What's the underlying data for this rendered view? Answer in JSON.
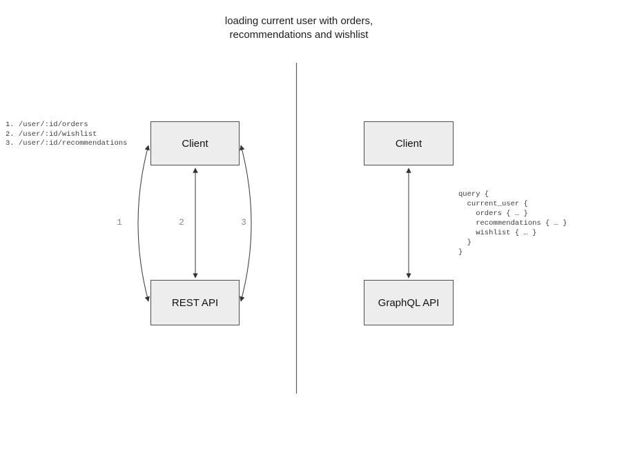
{
  "title": "loading current user with orders,\nrecommendations and wishlist",
  "rest_panel": {
    "endpoints": [
      "1. /user/:id/orders",
      "2. /user/:id/wishlist",
      "3. /user/:id/recommendations"
    ],
    "client_label": "Client",
    "api_label": "REST API",
    "arrow_labels": [
      "1",
      "2",
      "3"
    ]
  },
  "graphql_panel": {
    "client_label": "Client",
    "api_label": "GraphQL API",
    "query": "query {\n  current_user {\n    orders { … }\n    recommendations { … }\n    wishlist { … }\n  }\n}"
  },
  "colors": {
    "box_fill": "#ededed",
    "box_border": "#4d4d4d",
    "arrow": "#333333",
    "arrow_label_gray": "#8a8a8a",
    "divider": "#5a5a5a",
    "code_text": "#3d3d3d"
  }
}
